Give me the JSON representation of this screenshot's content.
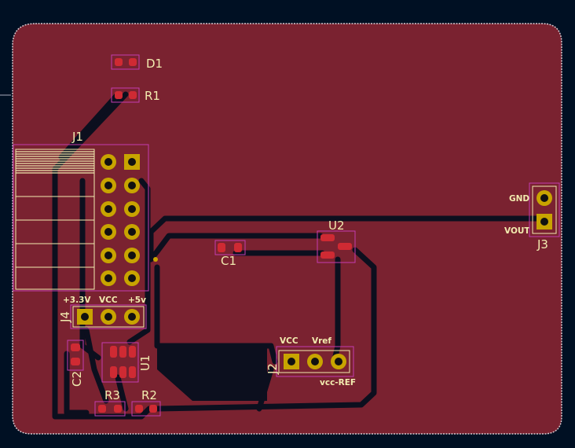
{
  "colors": {
    "background": "#001023",
    "copper_fill": "#7a2230",
    "board_outline": "#d7c9cf",
    "trace": "#0c0f1e",
    "pad_smd": "#cf2a33",
    "pad_tht": "#c8a400",
    "silkscreen": "#f2ecb0",
    "courtyard": "#c43cb0"
  },
  "components": {
    "D1": {
      "ref": "D1"
    },
    "R1": {
      "ref": "R1"
    },
    "J1": {
      "ref": "J1"
    },
    "J2": {
      "ref": "J2",
      "labels": [
        "VCC",
        "Vref",
        "vcc-REF"
      ]
    },
    "J3": {
      "ref": "J3",
      "labels": [
        "GND",
        "VOUT"
      ]
    },
    "J4": {
      "ref": "J4",
      "labels": [
        "+3.3V",
        "VCC",
        "+5v"
      ]
    },
    "U1": {
      "ref": "U1"
    },
    "U2": {
      "ref": "U2"
    },
    "C1": {
      "ref": "C1"
    },
    "C2": {
      "ref": "C2"
    },
    "R2": {
      "ref": "R2"
    },
    "R3": {
      "ref": "R3"
    }
  }
}
